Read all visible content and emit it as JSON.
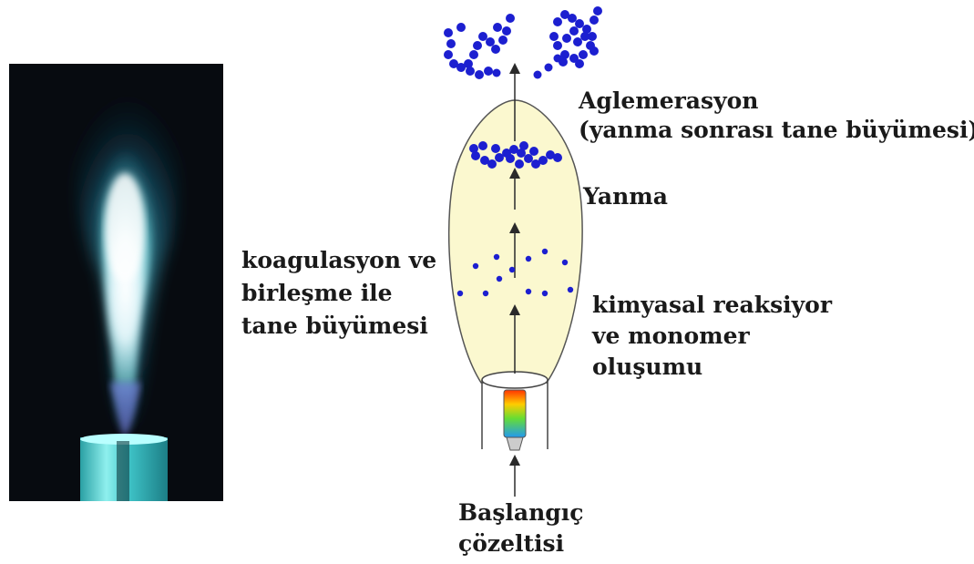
{
  "labels": {
    "agglomeration": [
      "Aglemerasyon",
      "(yanma sonrası tane büyümesi)"
    ],
    "combustion": "Yanma",
    "coagulation": [
      "koagulasyon ve",
      "birleşme ile",
      "tane büyümesi"
    ],
    "reaction": [
      "kimyasal reaksiyor",
      "ve monomer",
      "oluşumu"
    ],
    "precursor": [
      "Başlangıç",
      "çözeltisi"
    ]
  },
  "colors": {
    "particle": "#1c1fd0",
    "flame_body": "#fbf8cf",
    "arrow": "#2a2a2a",
    "photo_background": "#070b10",
    "photo_flame": "#7fe8ee",
    "photo_burner": "#5fd2d2"
  },
  "icons": {
    "photo": "flame-photo",
    "flame": "flame-shape",
    "nozzle": "nozzle-icon",
    "particles": "particle-dots"
  }
}
